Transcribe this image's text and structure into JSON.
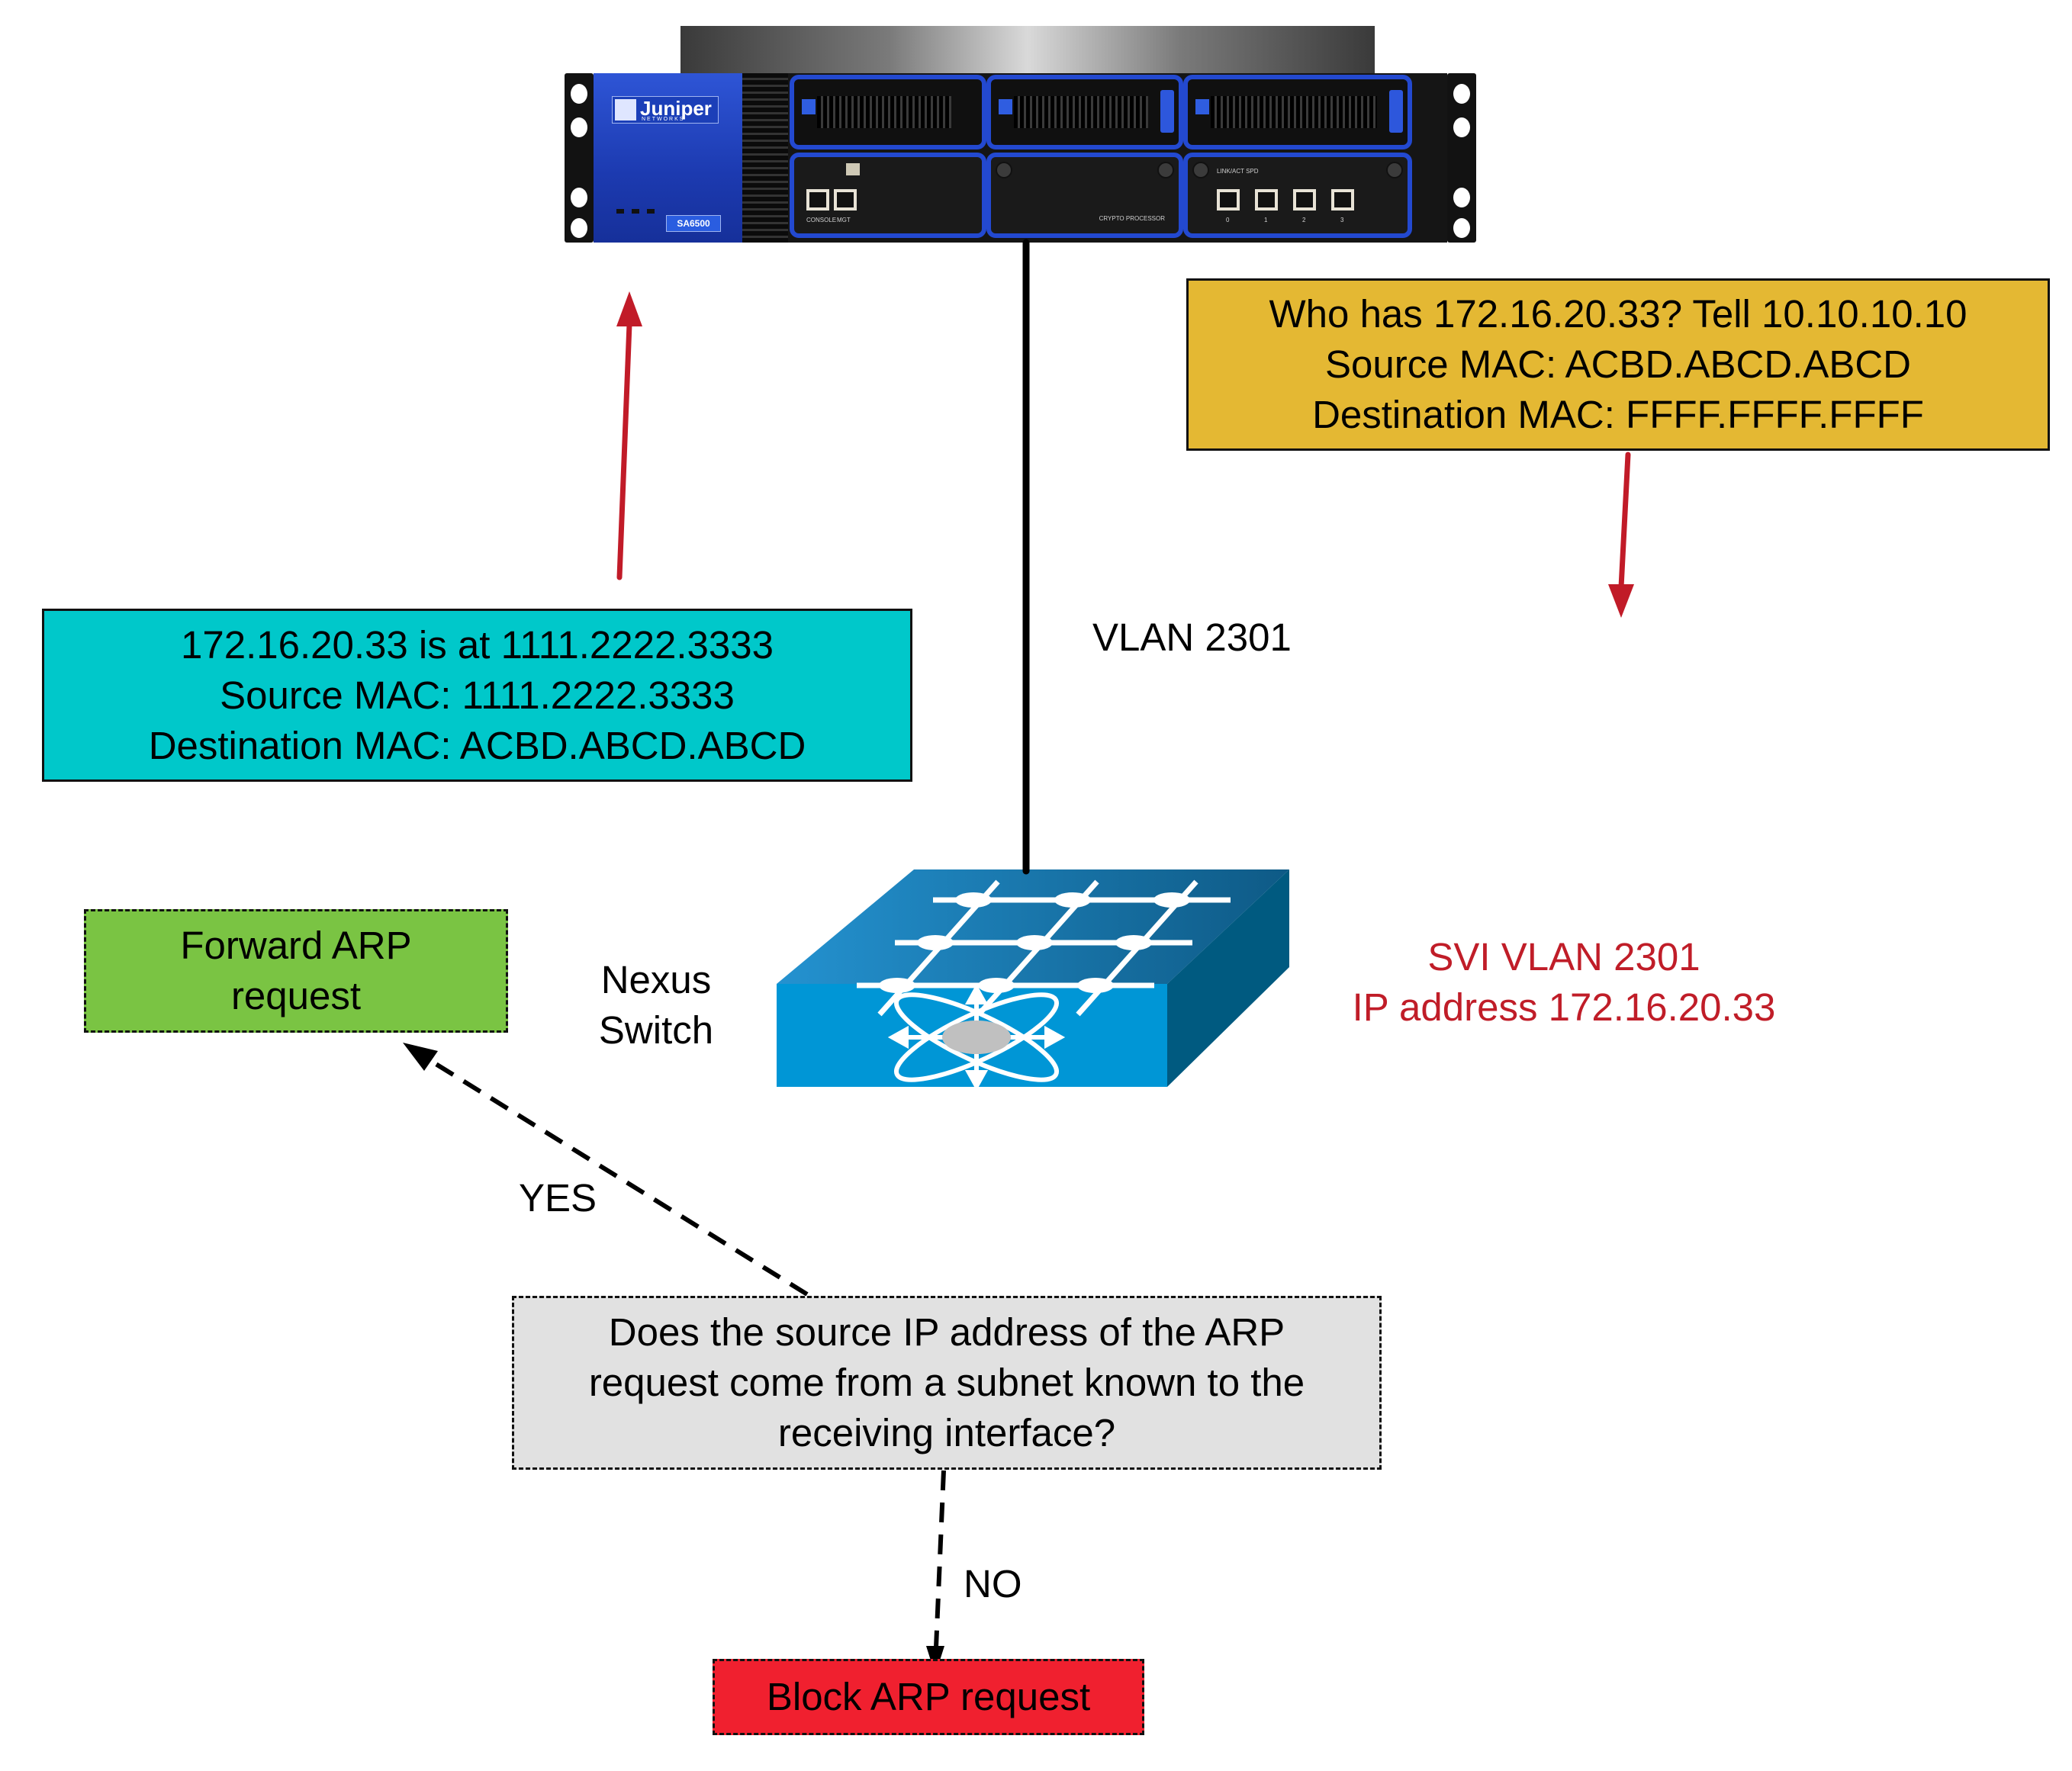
{
  "diagram": {
    "title": "ARP request subnet check on Nexus SVI",
    "router": {
      "brand": "Juniper",
      "brand_sub": "NETWORKS",
      "model": "SA6500",
      "module_labels": {
        "console": "CONSOLE",
        "mgt": "MGT",
        "crypto": "CRYPTO PROCESSOR",
        "port_header": "LINK/ACT SPD",
        "ports": [
          "0",
          "1",
          "2",
          "3"
        ]
      }
    },
    "link_label": "VLAN 2301",
    "switch": {
      "label_line1": "Nexus",
      "label_line2": "Switch"
    },
    "svi": {
      "line1": "SVI VLAN 2301",
      "line2": "IP address 172.16.20.33"
    },
    "arp_request_box": {
      "line1": "Who has 172.16.20.33? Tell 10.10.10.10",
      "line2": "Source MAC: ACBD.ABCD.ABCD",
      "line3": "Destination MAC: FFFF.FFFF.FFFF"
    },
    "arp_reply_box": {
      "line1": "172.16.20.33 is at 1111.2222.3333",
      "line2": "Source MAC: 1111.2222.3333",
      "line3": "Destination MAC: ACBD.ABCD.ABCD"
    },
    "decision": {
      "line1": "Does the source IP address of the ARP",
      "line2": "request come from a subnet known to the",
      "line3": "receiving interface?"
    },
    "yes_label": "YES",
    "no_label": "NO",
    "forward_box": {
      "line1": "Forward ARP",
      "line2": "request"
    },
    "block_box": {
      "text": "Block ARP request"
    }
  },
  "colors": {
    "arp_request_fill": "#E4B833",
    "arp_reply_fill": "#00C8CA",
    "forward_fill": "#7AC443",
    "block_fill": "#F0202F",
    "decision_fill": "#E1E1E1",
    "svi_text": "#C01D28",
    "arrow_red": "#C11B28",
    "router_blue": "#2349D0",
    "switch_blue": "#0096D6"
  }
}
